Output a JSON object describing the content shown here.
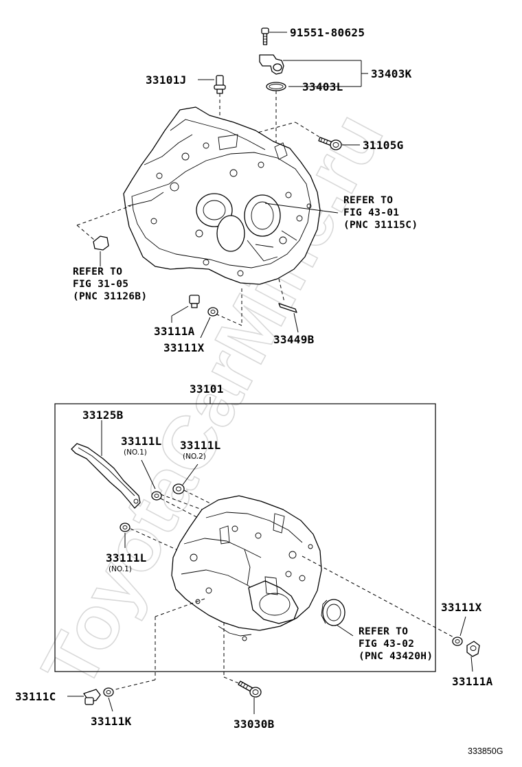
{
  "watermark": "ToyotaCarMine.ru",
  "diagram_code": "333850G",
  "upper": {
    "labels": {
      "bolt_top": "91551-80625",
      "bracket": "33403K",
      "oring": "33403L",
      "plug_top": "33101J",
      "bolt_right": "31105G",
      "plug": "33111A",
      "gasket": "33111X",
      "clip": "33449B"
    },
    "ref_right": [
      "REFER TO",
      "FIG 43-01",
      "(PNC 31115C)"
    ],
    "ref_left": [
      "REFER TO",
      "FIG 31-05",
      "(PNC 31126B)"
    ]
  },
  "lower": {
    "labels": {
      "group": "33101",
      "bracket": "33125B",
      "plug_no1_top": "33111L",
      "plug_no1_top_note": "(NO.1)",
      "plug_no2": "33111L",
      "plug_no2_note": "(NO.2)",
      "plug_no1_left": "33111L",
      "plug_no1_left_note": "(NO.1)",
      "gasket_right": "33111X",
      "plug_right": "33111A",
      "plug_left": "33111C",
      "gasket_left": "33111K",
      "bolt_bottom": "33030B"
    },
    "ref_right": [
      "REFER TO",
      "FIG 43-02",
      "(PNC 43420H)"
    ]
  }
}
